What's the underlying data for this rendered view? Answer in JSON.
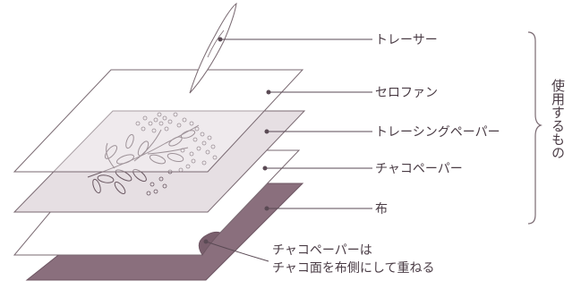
{
  "labels": {
    "tracer": "トレーサー",
    "cellophane": "セロファン",
    "tracing_paper": "トレーシングペーパー",
    "chalk_paper": "チャコペーパー",
    "fabric": "布"
  },
  "group_label": "使用するもの",
  "note": {
    "line1": "チャコペーパーは",
    "line2": "チャコ面を布側にして重ねる"
  },
  "colors": {
    "stroke": "#7a6a72",
    "leader": "#5a4a54",
    "tracing_fill": "#e6dfe3",
    "fabric_fill": "#8a6f7d",
    "fabric_curl": "#7a5f6d",
    "motif": "#6a5862"
  }
}
